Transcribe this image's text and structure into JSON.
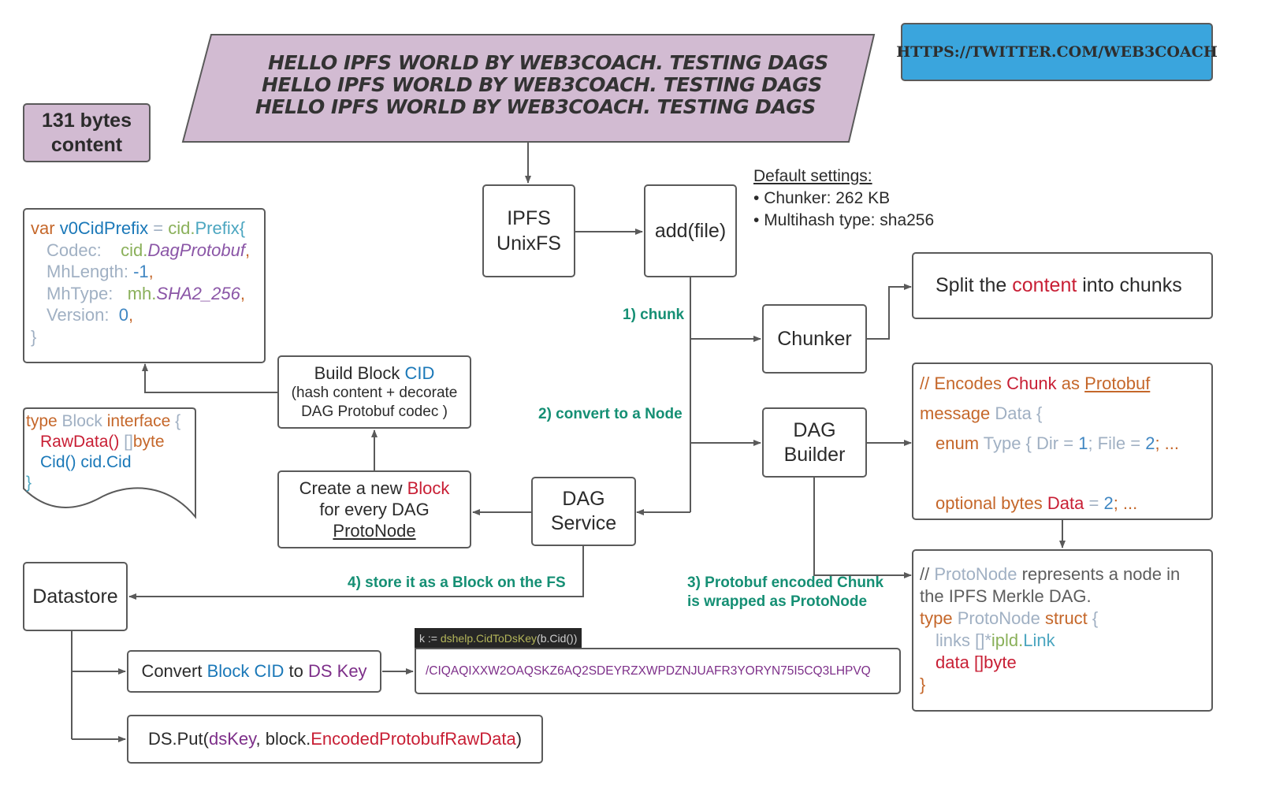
{
  "banner": {
    "lines": [
      "HELLO IPFS WORLD BY WEB3COACH. TESTING DAGS",
      "HELLO IPFS WORLD BY WEB3COACH. TESTING DAGS",
      "HELLO IPFS WORLD BY WEB3COACH. TESTING DAGS"
    ],
    "color": "#d2bbd2"
  },
  "twitter": {
    "label": "HTTPS://TWITTER.COM/WEB3COACH",
    "color": "#3aa5dd"
  },
  "size_badge": {
    "line1": "131 bytes",
    "line2": "content"
  },
  "default_settings": {
    "title": "Default settings:",
    "items": [
      "Chunker: 262 KB",
      "Multihash type: sha256"
    ]
  },
  "nodes": {
    "unixfs": {
      "line1": "IPFS",
      "line2": "UnixFS"
    },
    "add_file": "add(file)",
    "chunker": "Chunker",
    "dag_builder": {
      "line1": "DAG",
      "line2": "Builder"
    },
    "dag_service": {
      "line1": "DAG",
      "line2": "Service"
    },
    "datastore": "Datastore",
    "split": {
      "pre": "Split the ",
      "hl": "content",
      "post": " into chunks"
    },
    "build_cid": {
      "pre": "Build Block ",
      "hl": "CID",
      "line2": "(hash content + decorate",
      "line3": "DAG Protobuf codec )"
    },
    "create_block": {
      "pre": "Create a new ",
      "hl": "Block",
      "line2": "for every DAG",
      "line3": "ProtoNode"
    },
    "convert": {
      "a": "Convert ",
      "b": "Block CID",
      "c": " to ",
      "d": "DS Key"
    },
    "ds_put": {
      "a": "DS.Put(",
      "b": "dsKey",
      "c": ", block.",
      "d": "EncodedProtobufRawData",
      "e": ")"
    },
    "ds_key_value": "/CIQAQIXXW2OAQSKZ6AQ2SDEYRZXWPDZNJUAFR3YORYN75I5CQ3LHPVQ",
    "ds_key_tab": {
      "a": "k := ",
      "b": "dshelp.CidToDsKey",
      "c": "(b.Cid())"
    }
  },
  "steps": {
    "s1": "1) chunk",
    "s2": "2) convert to a Node",
    "s3a": "3) Protobuf encoded Chunk",
    "s3b": "is wrapped as ProtoNode",
    "s4": "4) store it as a Block on the FS"
  },
  "code_prefix": {
    "l1": [
      "var ",
      "v0CidPrefix",
      " = ",
      "cid.",
      "Prefix{"
    ],
    "l2": [
      "Codec:",
      "cid.",
      "DagProtobuf",
      ","
    ],
    "l3": [
      "MhLength: ",
      "-1",
      ","
    ],
    "l4": [
      "MhType:",
      "mh.",
      "SHA2_256",
      ","
    ],
    "l5": [
      "Version:",
      "0",
      ","
    ],
    "l6": "}"
  },
  "code_block": {
    "l1": [
      "type ",
      "Block ",
      "interface ",
      "{"
    ],
    "l2": [
      "RawData() ",
      "[]",
      "byte"
    ],
    "l3": "Cid() cid.Cid",
    "l4": "}"
  },
  "code_data": {
    "l1": [
      "// Encodes ",
      "Chunk",
      " as ",
      "Protobuf"
    ],
    "l2": [
      "message ",
      "Data {"
    ],
    "l3": [
      "enum ",
      "Type { Dir = ",
      "1",
      "; File = ",
      "2",
      "; ..."
    ],
    "l4": [
      "optional bytes ",
      "Data",
      " = ",
      "2",
      "; ..."
    ]
  },
  "code_protonode": {
    "l1": [
      "// ",
      "ProtoNode",
      " represents a node in"
    ],
    "l2": "the IPFS Merkle DAG.",
    "l3": [
      "type ",
      "ProtoNode ",
      "struct ",
      "{"
    ],
    "l4": [
      "links ",
      "[]*",
      "ipld.",
      "Link"
    ],
    "l5": [
      "data  ",
      "[]byte"
    ],
    "l6": "}"
  }
}
